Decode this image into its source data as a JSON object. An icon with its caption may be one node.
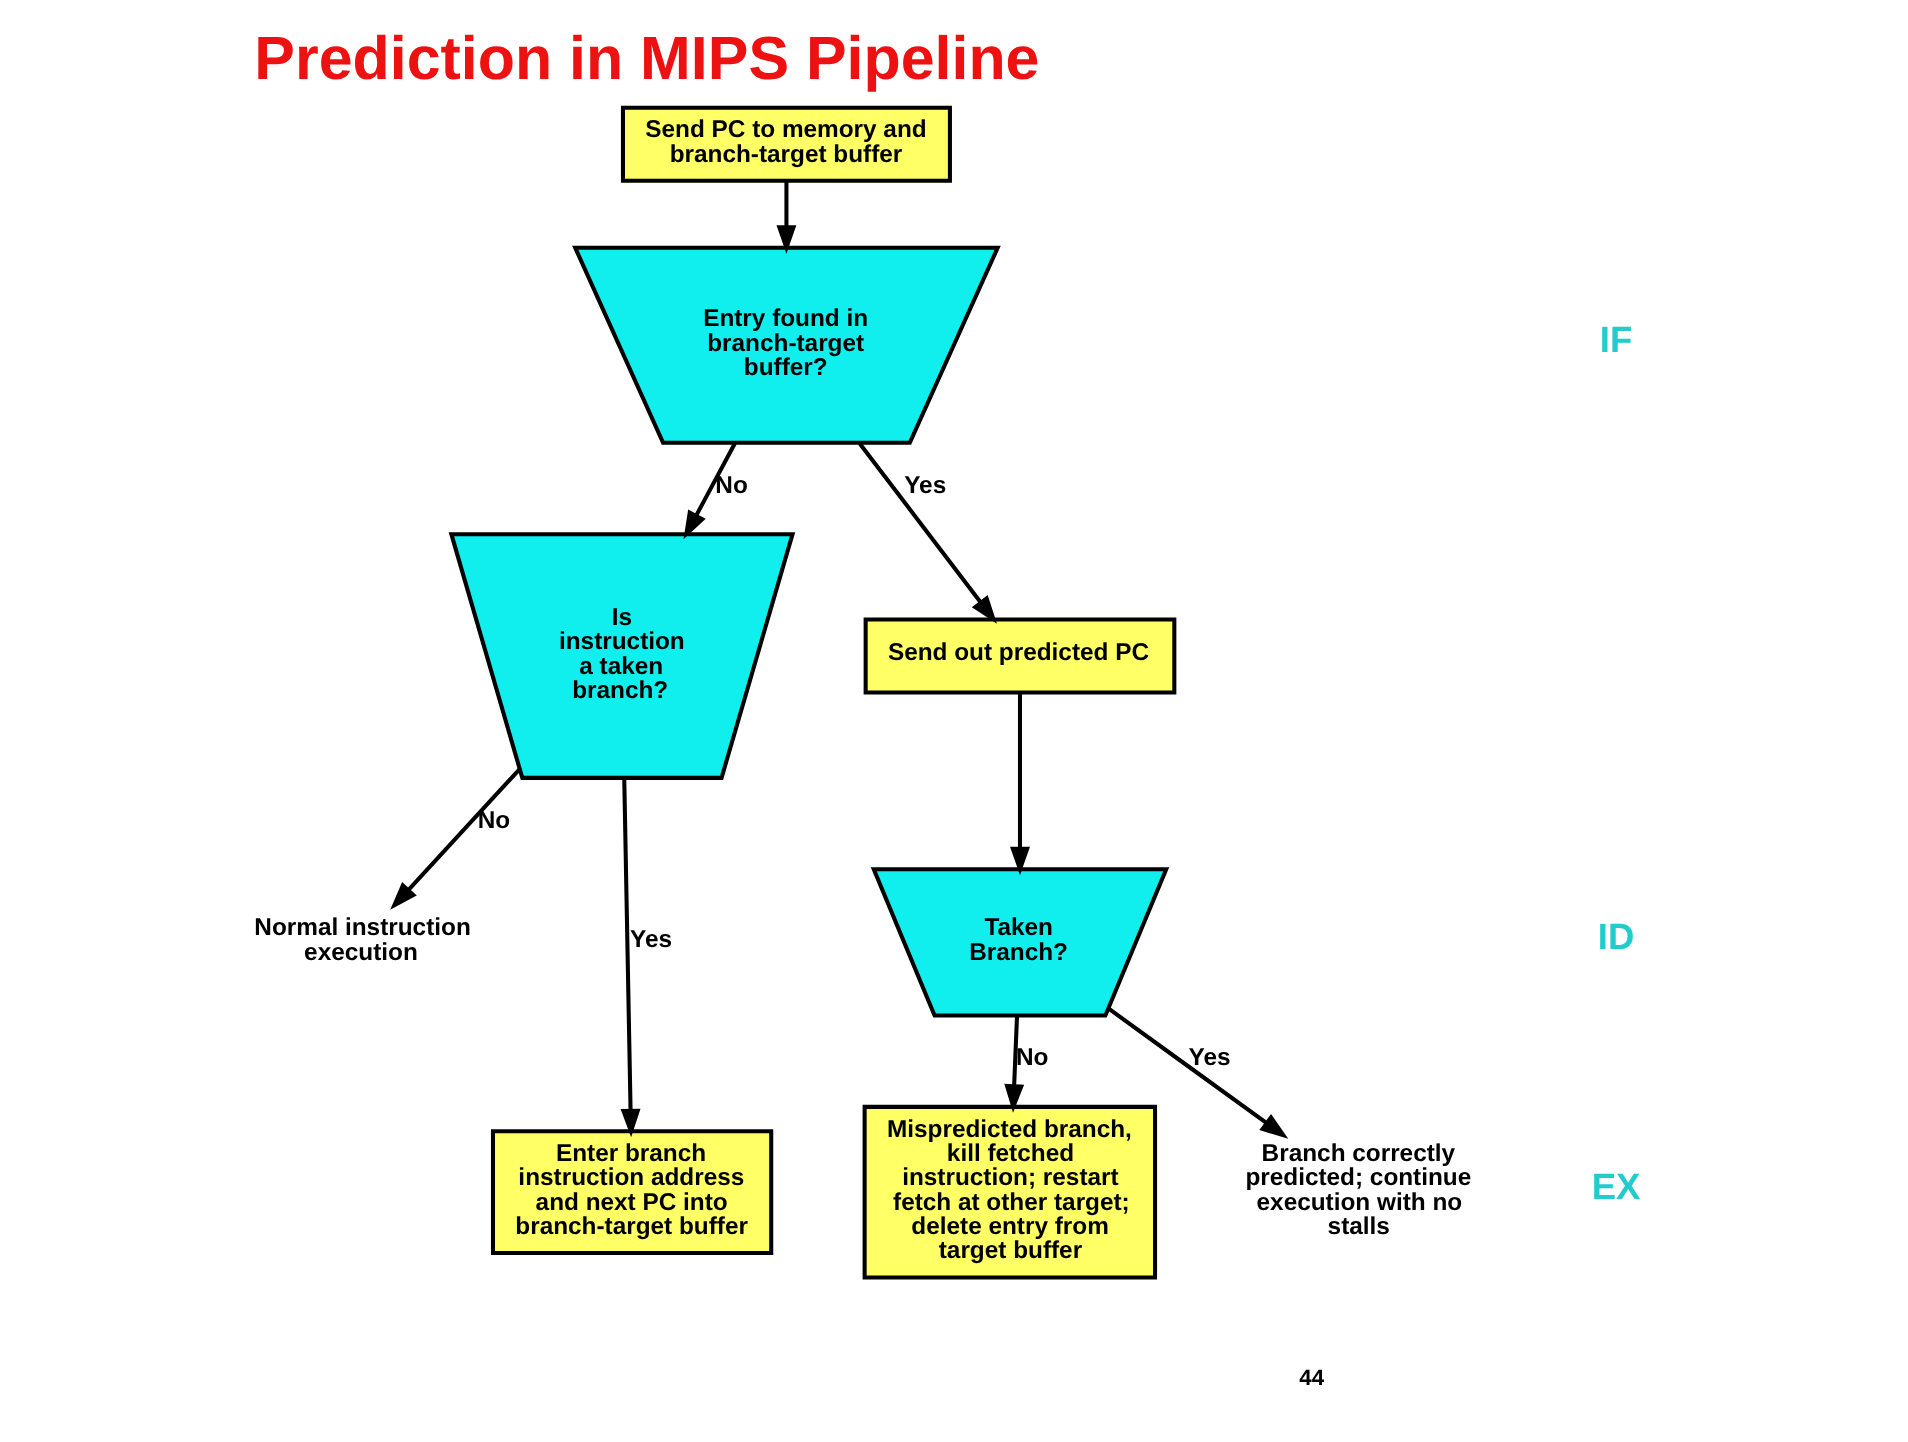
{
  "diagram": {
    "title": "Prediction in MIPS Pipeline",
    "nodes": [
      {
        "text": [
          "Send PC to memory and branch-target buffer"
        ]
      },
      {
        "text": [
          "Entry found in branch-target buffer?"
        ]
      },
      {
        "text": [
          "Is instruction a taken branch?"
        ]
      },
      {
        "text": [
          "Send out predicted PC"
        ]
      },
      {
        "text": [
          "Normal instruction execution"
        ]
      },
      {
        "text": [
          "Taken Branch?"
        ]
      },
      {
        "text": [
          "Enter branch instruction address and next PC into branch-target buffer"
        ]
      },
      {
        "text": [
          "Mispredicted branch, kill fetched instruction; restart fetch at other target; delete entry from target buffer"
        ]
      },
      {
        "text": [
          "Branch correctly predicted; continue execution with no stalls"
        ]
      }
    ],
    "edges": [
      {
        "from": 0,
        "to": 1,
        "arrow": "to"
      },
      {
        "from": 1,
        "to": 2,
        "arrow": "to",
        "label": "No"
      },
      {
        "from": 1,
        "to": 3,
        "arrow": "to",
        "label": "Yes"
      },
      {
        "from": 2,
        "to": 4,
        "arrow": "to",
        "label": "No"
      },
      {
        "from": 2,
        "to": 6,
        "arrow": "to",
        "label": "Yes"
      },
      {
        "from": 3,
        "to": 5,
        "arrow": "to"
      },
      {
        "from": 5,
        "to": 7,
        "arrow": "to",
        "label": "No"
      },
      {
        "from": 5,
        "to": 8,
        "arrow": "to",
        "label": "Yes"
      }
    ],
    "labels": [
      "IF",
      "ID",
      "EX",
      "44"
    ]
  }
}
